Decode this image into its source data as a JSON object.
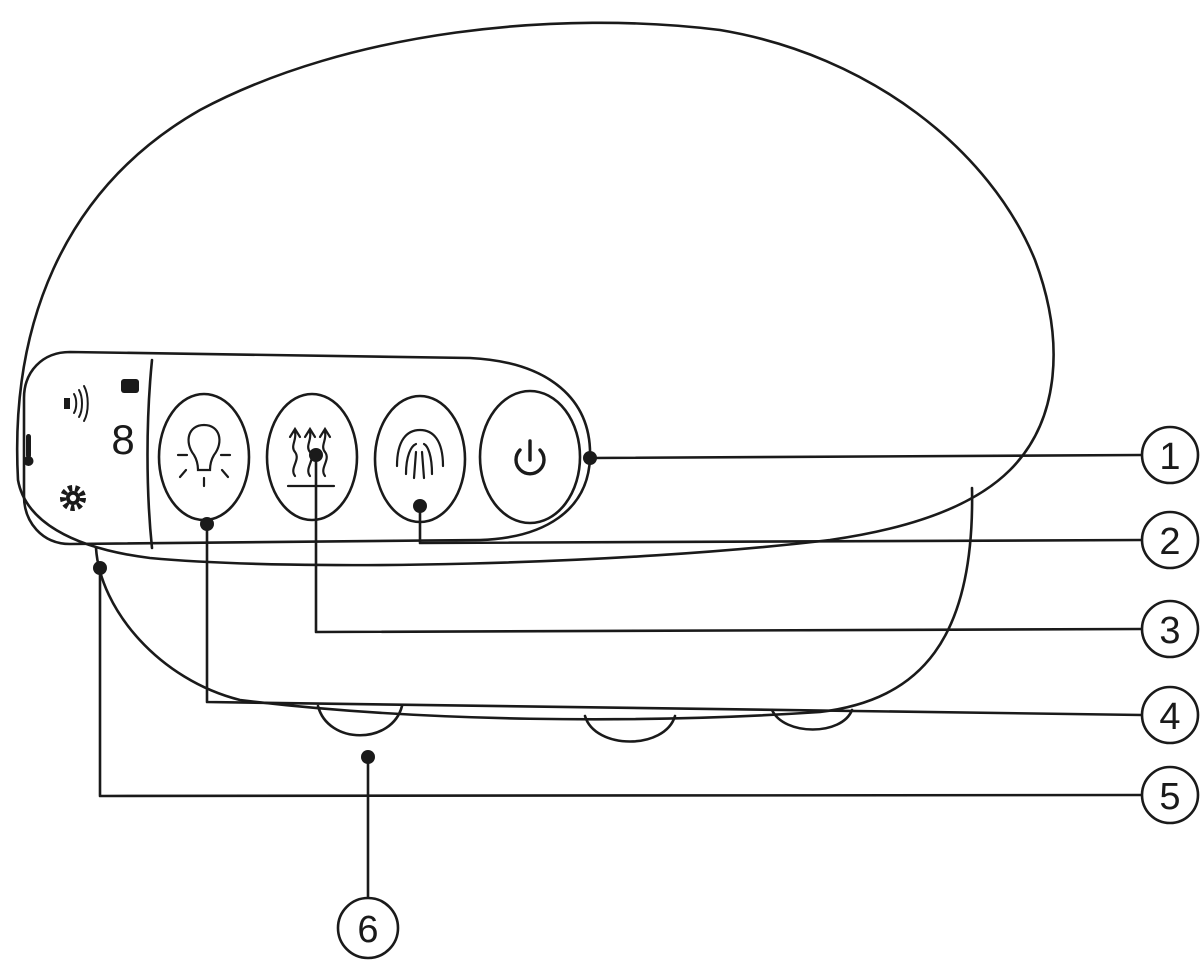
{
  "display": {
    "digit": "8"
  },
  "callouts": [
    {
      "number": "1",
      "target": "power-button"
    },
    {
      "number": "2",
      "target": "mist-button"
    },
    {
      "number": "3",
      "target": "heat-button"
    },
    {
      "number": "4",
      "target": "light-button"
    },
    {
      "number": "5",
      "target": "display-panel"
    },
    {
      "number": "6",
      "target": "massage-nodes"
    }
  ],
  "icons": {
    "light_button": "light-bulb-icon",
    "heat_button": "heat-waves-icon",
    "mist_button": "mist-icon",
    "power_button": "power-icon",
    "display_indicators": [
      "vibration-icon",
      "battery-icon",
      "thermometer-icon",
      "gear-icon"
    ]
  },
  "colors": {
    "line": "#1a1a1a",
    "background": "#ffffff"
  }
}
